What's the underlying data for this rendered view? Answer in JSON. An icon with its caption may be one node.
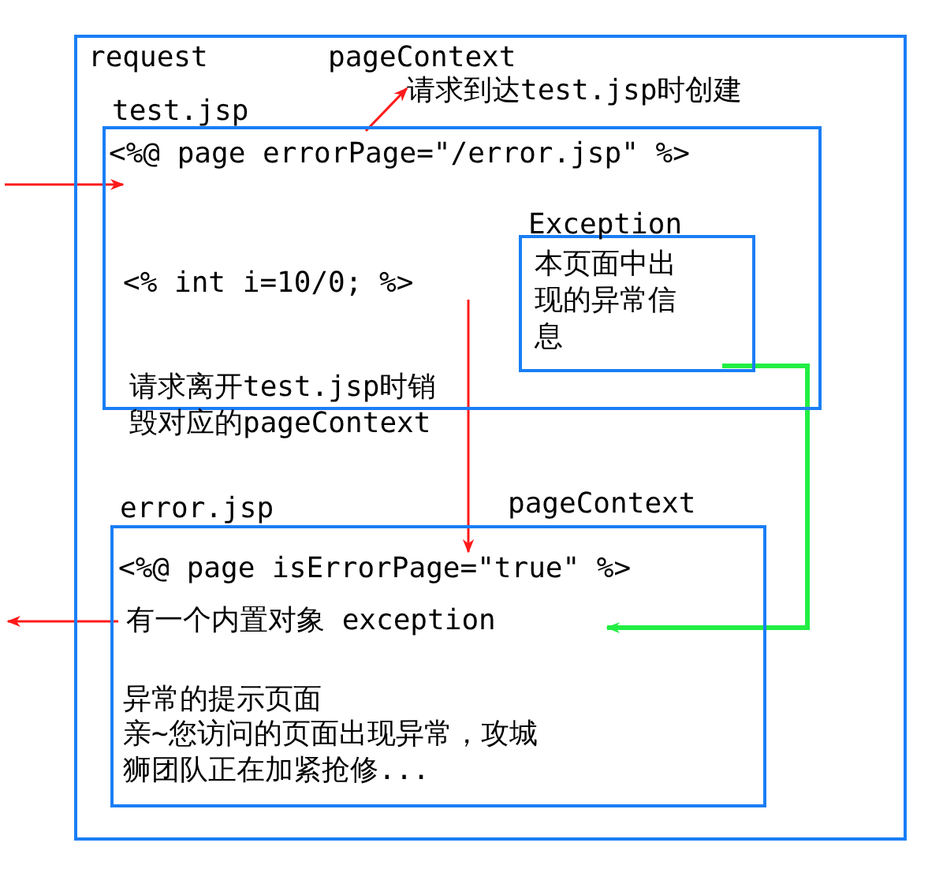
{
  "diagram": {
    "nodes": [
      {
        "text": [
          "request"
        ]
      },
      {
        "text": [
          "test.jsp",
          "<%@ page errorPage=\"/error.jsp\" %>",
          "<% int i=10/0; %>",
          "请求离开test.jsp时销毁对应的pageContext"
        ],
        "in": 0
      },
      {
        "text": [
          "Exception",
          "本页面中出现的异常信息"
        ],
        "in": 1
      },
      {
        "text": [
          "请求到达test.jsp时创建"
        ],
        "in": 0
      },
      {
        "text": [
          "error.jsp",
          "pageContext",
          "<%@ page isErrorPage=\"true\" %>",
          "异常的提示页面",
          "亲~您访问的页面出现异常，攻城狮团队正在加紧抢修..."
        ],
        "in": 0
      },
      {
        "text": [
          "有一个内置对象 exception"
        ],
        "in": 4
      }
    ],
    "edges": [
      {
        "from": null,
        "to": 1,
        "arrow": "to"
      },
      {
        "from": 1,
        "to": 3,
        "arrow": "to"
      },
      {
        "from": 1,
        "to": 4,
        "arrow": "to"
      },
      {
        "from": 2,
        "to": 5,
        "arrow": "to",
        "color": "#22ee44",
        "style": "thick"
      },
      {
        "from": 5,
        "to": null,
        "arrow": "to"
      }
    ],
    "labels": [
      "pageContext"
    ]
  }
}
